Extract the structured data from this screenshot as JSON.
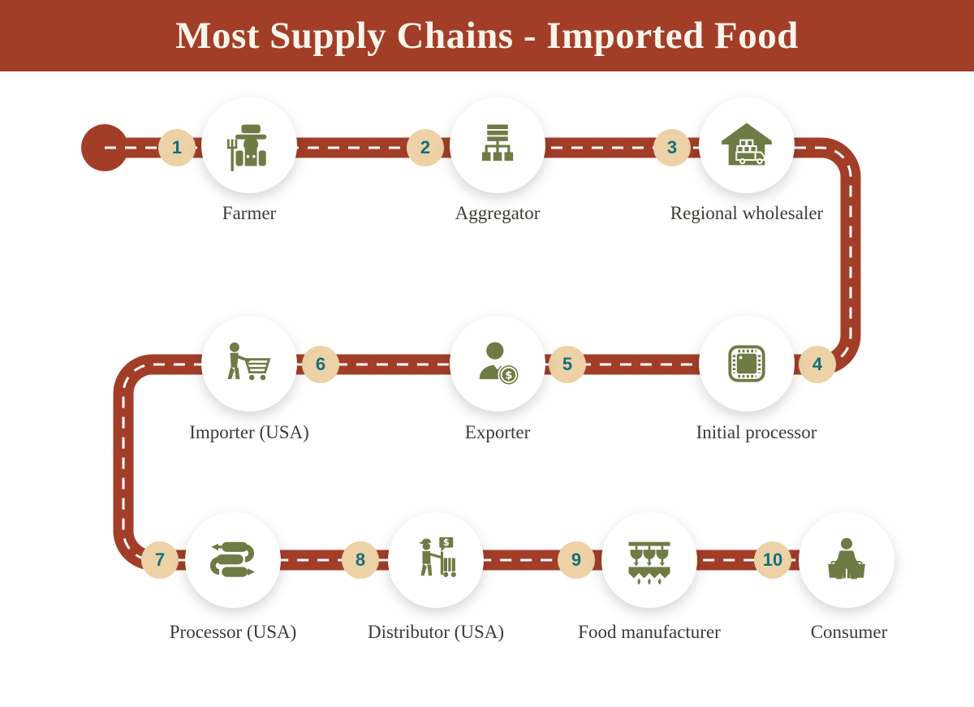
{
  "title": "Most Supply Chains - Imported Food",
  "steps": [
    {
      "number": "1",
      "label": "Farmer",
      "icon": "farmer-icon"
    },
    {
      "number": "2",
      "label": "Aggregator",
      "icon": "aggregator-hierarchy-icon"
    },
    {
      "number": "3",
      "label": "Regional wholesaler",
      "icon": "warehouse-truck-icon"
    },
    {
      "number": "4",
      "label": "Initial processor",
      "icon": "microchip-icon"
    },
    {
      "number": "5",
      "label": "Exporter",
      "icon": "person-dollar-coin-icon"
    },
    {
      "number": "6",
      "label": "Importer (USA)",
      "icon": "person-shopping-cart-icon"
    },
    {
      "number": "7",
      "label": "Processor (USA)",
      "icon": "sausage-links-icon"
    },
    {
      "number": "8",
      "label": "Distributor (USA)",
      "icon": "hand-truck-dollar-icon"
    },
    {
      "number": "9",
      "label": "Food manufacturer",
      "icon": "poultry-processing-line-icon"
    },
    {
      "number": "10",
      "label": "Consumer",
      "icon": "shopper-with-bags-icon"
    }
  ],
  "colors": {
    "road": "#A23E28",
    "banner_background": "#A23E28",
    "title_text": "#FAF4EA",
    "badge_background": "#ECD2A6",
    "badge_number": "#136F7B",
    "icon_green": "#6F7B44",
    "label_text": "#3E3A35",
    "node_background": "#FFFFFF",
    "page_background": "#FFFFFF",
    "dash_line": "#FFFFFF"
  }
}
